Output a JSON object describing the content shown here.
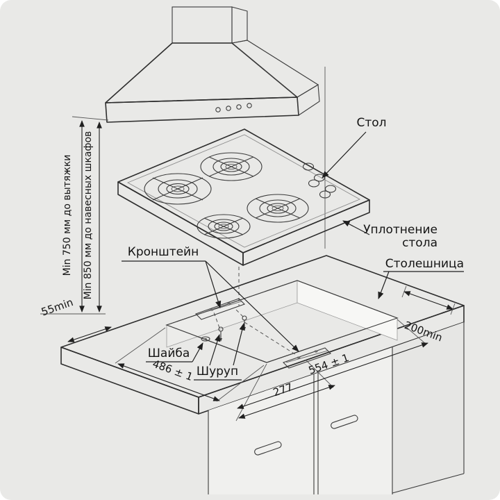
{
  "labels": {
    "table": "Стол",
    "seal_line1": "Уплотнение",
    "seal_line2": "стола",
    "worktop": "Столешница",
    "bracket": "Кронштейн",
    "washer": "Шайба",
    "screw": "Шуруп"
  },
  "dims": {
    "min_to_hood": "Min 750 мм до вытяжки",
    "min_to_cabinets": "Min 850 мм до навесных шкафов",
    "side_min": "55min",
    "rear_min": "200min",
    "cutout_depth": "486 ± 1",
    "cutout_width": "554 ± 1",
    "half_width": "277"
  },
  "colors": {
    "background": "#e9e9e7",
    "line": "#2d2d2d",
    "surface": "#f3f3f1",
    "shade": "#d9d9d7"
  }
}
